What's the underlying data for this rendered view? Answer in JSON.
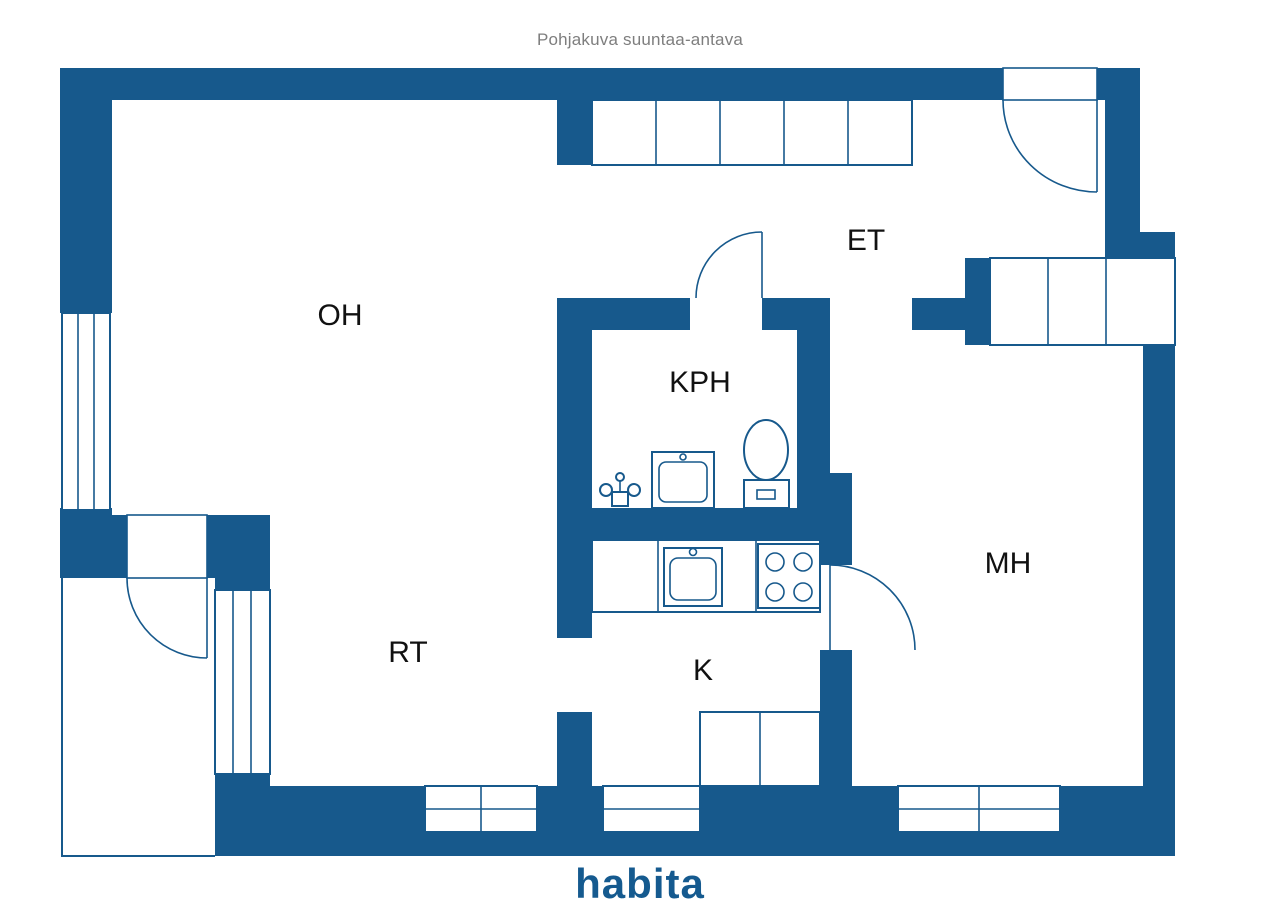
{
  "title": "Pohjakuva suuntaa-antava",
  "logo": "habita",
  "colors": {
    "wall": "#17598C",
    "room_label": "#111111",
    "title_text": "#7E7E7E",
    "logo_text": "#155A8F"
  },
  "rooms": {
    "oh": {
      "label": "OH"
    },
    "et": {
      "label": "ET"
    },
    "kph": {
      "label": "KPH"
    },
    "mh": {
      "label": "MH"
    },
    "rt": {
      "label": "RT"
    },
    "k": {
      "label": "K"
    }
  }
}
